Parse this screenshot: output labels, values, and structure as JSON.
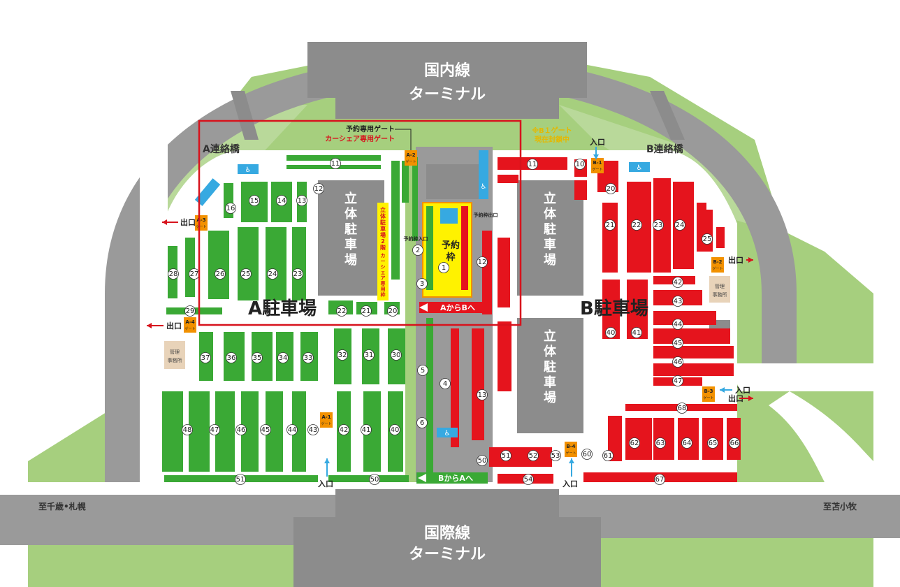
{
  "terminals": {
    "domestic_line1": "国内線",
    "domestic_line2": "ターミナル",
    "international_line1": "国際線",
    "international_line2": "ターミナル"
  },
  "lots": {
    "a_name": "A駐車場",
    "b_name": "B駐車場",
    "multi_storey": [
      "立",
      "体",
      "駐",
      "車",
      "場"
    ],
    "office": [
      "管理",
      "事務所"
    ]
  },
  "bridges": {
    "a": "A連絡橋",
    "b": "B連絡橋"
  },
  "gates": {
    "a1": "A-1",
    "a2": "A-2",
    "a3": "A-3",
    "a4": "A-4",
    "b1": "B-1",
    "b2": "B-2",
    "b3": "B-3",
    "b4": "B-4",
    "gate_word": "ゲート"
  },
  "signs": {
    "entrance": "入口",
    "exit": "出口",
    "reserve_gate": "予約専用ゲート",
    "carshare_gate": "カーシェア専用ゲート",
    "b1_closed_1": "※B１ゲート",
    "b1_closed_2": "現在封鎖中",
    "reserve_entrance": "予約枠入口",
    "reserve_exit": "予約枠出口",
    "reserve_zone_1": "予約",
    "reserve_zone_2": "枠",
    "carshare_vertical": [
      "立",
      "体",
      "駐",
      "車",
      "場",
      "2",
      "階"
    ],
    "carshare_vertical_2": [
      "カ",
      "ー",
      "シ",
      "ェ",
      "ア",
      "専",
      "用",
      "枠"
    ],
    "a_to_b": "AからBへ",
    "b_to_a": "BからAへ",
    "to_chitose": "至千歳•札幌",
    "to_tomakomai": "至苫小牧"
  },
  "spots": {
    "a": [
      "11",
      "12",
      "13",
      "14",
      "15",
      "16",
      "20",
      "21",
      "22",
      "23",
      "24",
      "25",
      "26",
      "27",
      "28",
      "29",
      "30",
      "31",
      "32",
      "33",
      "34",
      "35",
      "36",
      "37",
      "40",
      "41",
      "42",
      "43",
      "44",
      "45",
      "46",
      "47",
      "48",
      "50",
      "51"
    ],
    "center": [
      "1",
      "2",
      "3",
      "4",
      "5",
      "6"
    ],
    "b": [
      "10",
      "11",
      "12",
      "13",
      "20",
      "21",
      "22",
      "23",
      "24",
      "25",
      "40",
      "41",
      "42",
      "43",
      "44",
      "45",
      "46",
      "47",
      "50",
      "51",
      "52",
      "53",
      "54",
      "60",
      "61",
      "62",
      "63",
      "64",
      "65",
      "66",
      "67",
      "68"
    ]
  },
  "colors": {
    "a_lot": "#3aa935",
    "b_lot": "#e5141d",
    "road": "#9a9a9a",
    "grass": "#a6cf7e",
    "building": "#888888",
    "gate": "#f29100",
    "reserve": "#fff200",
    "accessible": "#36a9e1",
    "highlight": "#d7131d"
  }
}
